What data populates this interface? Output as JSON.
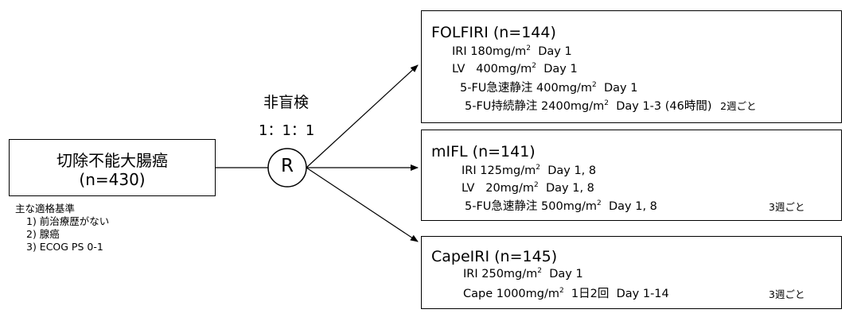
{
  "population": {
    "title": "切除不能大腸癌",
    "n": "(n=430)"
  },
  "criteria": {
    "heading": "主な適格基準",
    "items": [
      "1) 前治療歴がない",
      "2) 腺癌",
      "3) ECOG PS 0-1"
    ]
  },
  "randomization": {
    "label": "非盲検",
    "ratio": "1：1：1",
    "symbol": "R"
  },
  "arms": [
    {
      "title": "FOLFIRI (n=144)",
      "lines": [
        {
          "text": "IRI 180mg/m",
          "sup": "2",
          "after": "  Day 1",
          "suffix": ""
        },
        {
          "text": "LV   400mg/m",
          "sup": "2",
          "after": "  Day 1",
          "suffix": ""
        },
        {
          "text": "5-FU急速静注 400mg/m",
          "sup": "2",
          "after": "  Day 1",
          "suffix": ""
        },
        {
          "text": "5-FU持続静注 2400mg/m",
          "sup": "2",
          "after": "  Day 1-3 (46時間)",
          "suffix": "2週ごと"
        }
      ]
    },
    {
      "title": "mIFL (n=141)",
      "lines": [
        {
          "text": "IRI 125mg/m",
          "sup": "2",
          "after": "  Day 1, 8",
          "suffix": ""
        },
        {
          "text": "LV   20mg/m",
          "sup": "2",
          "after": "  Day 1, 8",
          "suffix": ""
        },
        {
          "text": "5-FU急速静注 500mg/m",
          "sup": "2",
          "after": "  Day 1, 8",
          "suffix": "3週ごと"
        }
      ]
    },
    {
      "title": "CapeIRI (n=145)",
      "lines": [
        {
          "text": "IRI 250mg/m",
          "sup": "2",
          "after": "  Day 1",
          "suffix": ""
        },
        {
          "text": "Cape 1000mg/m",
          "sup": "2",
          "after": "  1日2回  Day 1-14",
          "suffix": "3週ごと"
        }
      ]
    }
  ]
}
